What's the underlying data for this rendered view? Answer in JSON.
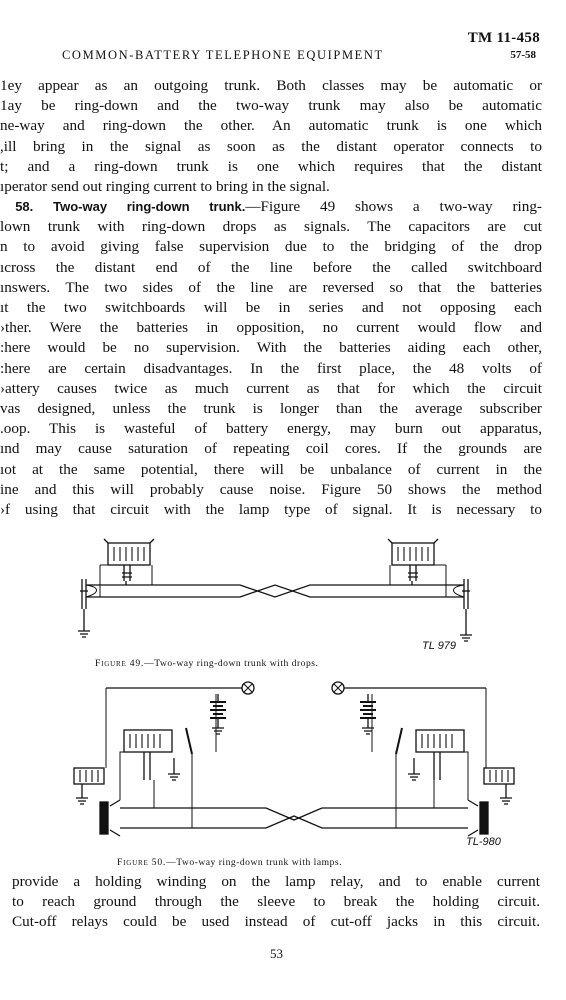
{
  "header": {
    "manual_number": "TM 11-458",
    "running_head": "COMMON-BATTERY TELEPHONE EQUIPMENT",
    "section_range": "57-58"
  },
  "para_57_tail": [
    "1ey appear as an outgoing trunk. Both classes may be automatic or",
    "1ay be ring-down and the two-way trunk may also be automatic",
    "ne-way and ring-down the other. An automatic trunk is one which",
    ",ill bring in the signal as soon as the distant operator connects to",
    "t; and a ring-down trunk is one which requires that the distant",
    "ıperator send out ringing current to bring in the signal."
  ],
  "para_58": {
    "number": "58.",
    "heading": "Two-way ring-down trunk.",
    "first_line_rest": "—Figure 49 shows a two-way ring-",
    "lines": [
      "lown trunk with ring-down drops as signals. The capacitors are cut",
      "n to avoid giving false supervision due to the bridging of the drop",
      "ıcross the distant end of the line before the called switchboard",
      "ınswers. The two sides of the line are reversed so that the batteries",
      "ıt the two switchboards will be in series and not opposing each",
      "›ther. Were the batteries in opposition, no current would flow and",
      ":here would be no supervision. With the batteries aiding each other,",
      ":here are certain disadvantages. In the first place, the 48 volts of",
      "›attery causes twice as much current as that for which the circuit",
      "vas designed, unless the trunk is longer than the average subscriber",
      ".oop. This is wasteful of battery energy, may burn out apparatus,",
      "ınd may cause saturation of repeating coil cores. If the grounds are",
      "ıot at the same potential, there will be unbalance of current in the",
      "ine and this will probably cause noise. Figure 50 shows the method",
      "›f using that circuit with the lamp type of signal. It is necessary to"
    ]
  },
  "figure_49": {
    "drawing_label": "TL 979",
    "caption_label": "Figure 49.",
    "caption_text": "—Two-way ring-down trunk with drops."
  },
  "figure_50": {
    "drawing_label": "TL-980",
    "caption_label": "Figure 50.",
    "caption_text": "—Two-way ring-down trunk with lamps."
  },
  "continuation": [
    "provide a holding winding on the lamp relay, and to enable current",
    "to reach ground through the sleeve to break the holding circuit.",
    "Cut-off relays could be used instead of cut-off jacks in this circuit."
  ],
  "page_number": "53"
}
